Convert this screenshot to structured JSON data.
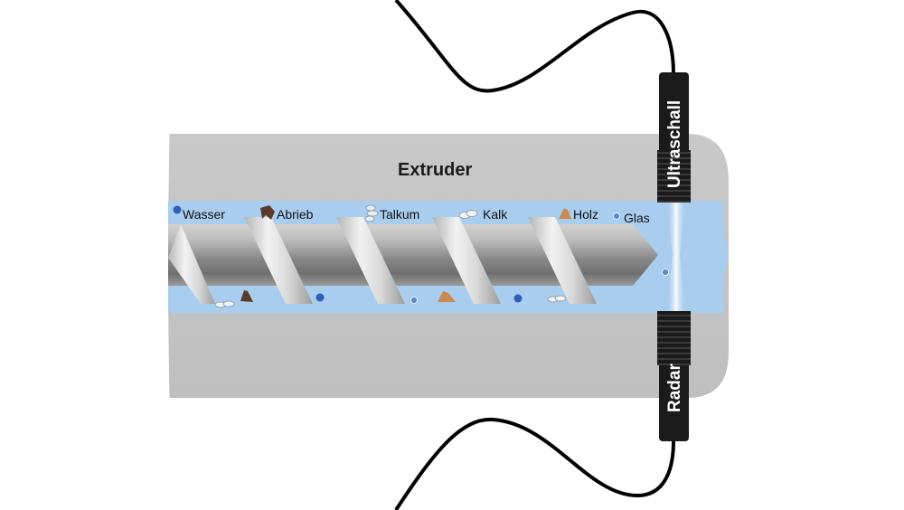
{
  "diagram": {
    "title": "Extruder",
    "materials": [
      {
        "label": "Wasser",
        "icon": "water-droplet-icon"
      },
      {
        "label": "Abrieb",
        "icon": "abrasion-particle-icon"
      },
      {
        "label": "Talkum",
        "icon": "talc-particle-icon"
      },
      {
        "label": "Kalk",
        "icon": "lime-particle-icon"
      },
      {
        "label": "Holz",
        "icon": "wood-particle-icon"
      },
      {
        "label": "Glas",
        "icon": "glass-bead-icon"
      }
    ],
    "sensors": {
      "top": "Ultraschall",
      "bottom": "Radar"
    },
    "colors": {
      "barrel": "#c4c4c4",
      "melt_channel": "#a9cdee",
      "screw": "#9a9a9a",
      "sensor": "#1a1a1a",
      "water": "#2f5fb8",
      "wood": "#c98b52",
      "abrasion": "#5a3b2a"
    }
  }
}
